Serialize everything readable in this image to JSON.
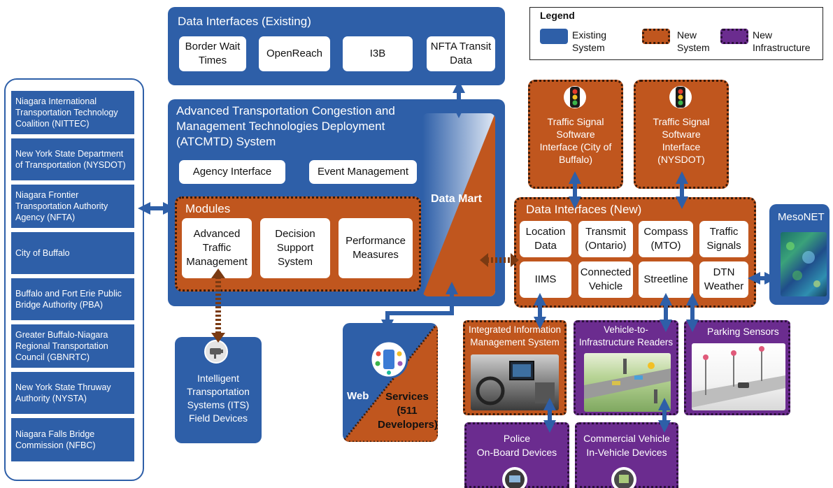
{
  "legend": {
    "title": "Legend",
    "existing": "Existing\nSystem",
    "new_system": "New\nSystem",
    "new_infrastructure": "New\nInfrastructure",
    "colors": {
      "existing": "#2e5fa8",
      "new_system": "#c0561e",
      "new_infrastructure": "#6b2c8f"
    }
  },
  "sidebar": {
    "items": [
      "Niagara International\nTransportation Technology\nCoalition (NITTEC)",
      "New York State Department\nof Transportation (NYSDOT)",
      "Niagara Frontier\nTransportation Authority\nAgency (NFTA)",
      "City of Buffalo",
      "Buffalo and Fort Erie Public\nBridge Authority (PBA)",
      "Greater Buffalo-Niagara\nRegional Transportation\nCouncil (GBNRTC)",
      "New York State Thruway\nAuthority (NYSTA)",
      "Niagara Falls Bridge\nCommission (NFBC)"
    ]
  },
  "existing_interfaces": {
    "title": "Data Interfaces (Existing)",
    "items": [
      "Border Wait\nTimes",
      "OpenReach",
      "I3B",
      "NFTA Transit\nData"
    ]
  },
  "atcmtd": {
    "title": "Advanced Transportation Congestion and\nManagement Technologies Deployment\n(ATCMTD) System",
    "agency_interface": "Agency Interface",
    "event_management": "Event Management",
    "modules_title": "Modules",
    "modules": [
      "Advanced\nTraffic\nManagement",
      "Decision\nSupport\nSystem",
      "Performance\nMeasures"
    ],
    "data_mart": "Data Mart"
  },
  "traffic_signal_buffalo": "Traffic Signal\nSoftware\nInterface (City of\nBuffalo)",
  "traffic_signal_nysdot": "Traffic Signal\nSoftware\nInterface\n(NYSDOT)",
  "new_interfaces": {
    "title": "Data Interfaces (New)",
    "items": [
      "Location\nData",
      "Transmit\n(Ontario)",
      "Compass\n(MTO)",
      "Traffic\nSignals",
      "IIMS",
      "Connected\nVehicle",
      "Streetline",
      "DTN\nWeather"
    ]
  },
  "mesonet": "MesoNET",
  "its_field_devices": "Intelligent\nTransportation\nSystems (ITS)\nField Devices",
  "web_services": {
    "part1": "Web",
    "part2": "Services\n(511\nDevelopers)"
  },
  "iims_system": "Integrated Information\nManagement System",
  "v2i_readers": "Vehicle-to-\nInfrastructure Readers",
  "parking_sensors": "Parking Sensors",
  "police_devices": "Police\nOn-Board Devices",
  "commercial_devices": "Commercial Vehicle\nIn-Vehicle Devices"
}
